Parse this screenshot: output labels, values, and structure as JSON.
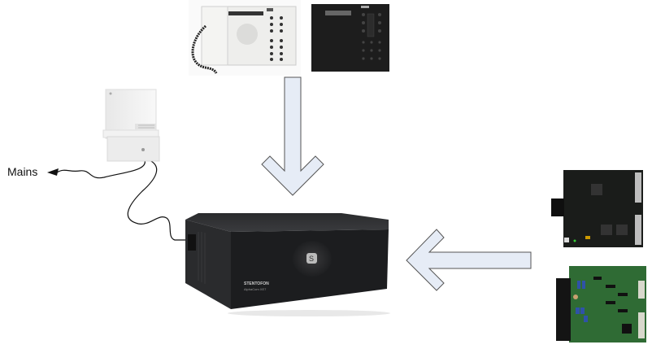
{
  "diagram": {
    "title": "",
    "nodes": [
      {
        "id": "power-supply",
        "label": "",
        "description": "wall-mount power supply unit"
      },
      {
        "id": "intercom-station-white",
        "label": "",
        "description": "white desk intercom station with handset"
      },
      {
        "id": "intercom-station-black",
        "label": "",
        "description": "black desk intercom station"
      },
      {
        "id": "exchange-unit",
        "label": "",
        "description": "central exchange cabinet"
      },
      {
        "id": "control-board",
        "label": "",
        "description": "black circuit board"
      },
      {
        "id": "line-board",
        "label": "",
        "description": "green circuit board"
      }
    ],
    "edges": [
      {
        "from": "power-supply",
        "to": "mains",
        "style": "cable-arrow"
      },
      {
        "from": "power-supply",
        "to": "exchange-unit",
        "style": "cable"
      },
      {
        "from": "intercom-stations",
        "to": "exchange-unit",
        "style": "block-arrow-down"
      },
      {
        "from": "boards",
        "to": "exchange-unit",
        "style": "block-arrow-left"
      }
    ],
    "labels": {
      "mains": "Mains"
    },
    "device_text": {
      "brand": "STENTOFON",
      "model": "AlphaCom XE7"
    },
    "colors": {
      "arrow_fill": "#e6ecf6",
      "arrow_stroke": "#555555",
      "cable": "#111111",
      "cabinet": "#1c1d1f",
      "board_black": "#1a1c1a",
      "board_green": "#2f6b34"
    }
  }
}
